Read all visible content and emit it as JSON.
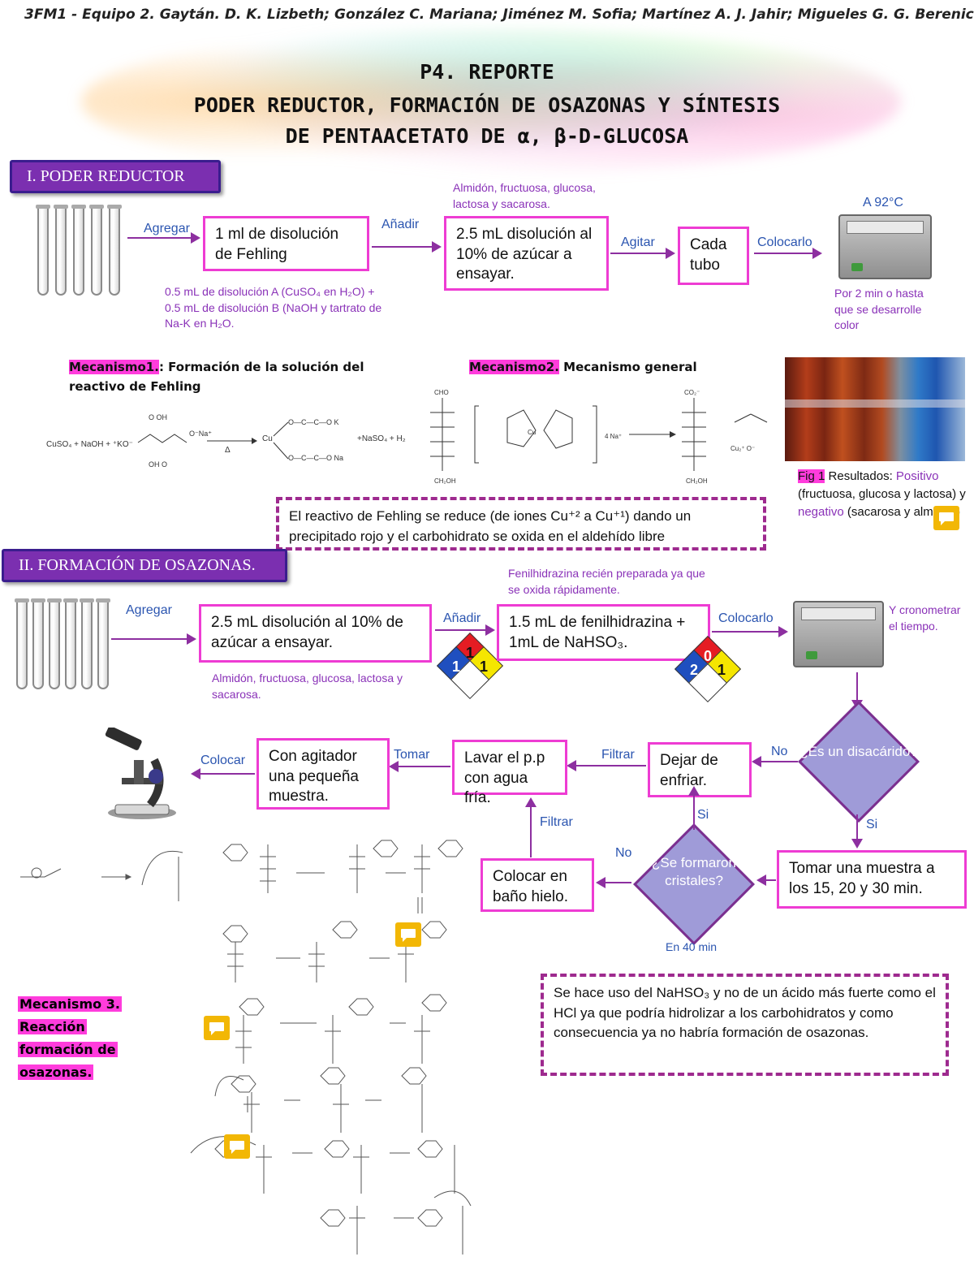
{
  "header": {
    "authors": "3FM1 - Equipo 2. Gaytán. D. K. Lizbeth; González C. Mariana; Jiménez M. Sofia; Martínez A. J. Jahir; Migueles G. G. Berenice",
    "title_line1": "P4. REPORTE",
    "title_line2": "PODER REDUCTOR, FORMACIÓN DE OSAZONAS Y SÍNTESIS",
    "title_line3": "DE PENTAACETATO DE α, β-D-GLUCOSA"
  },
  "section1": {
    "tab": "I. PODER REDUCTOR",
    "arrow_agregar": "Agregar",
    "box_fehling": "1 ml de disolución de Fehling",
    "note_fehling": "0.5 mL de disolución A (CuSO₄ en H₂O) + 0.5 mL de disolución B (NaOH y tartrato de Na-K en H₂O.",
    "arrow_anadir": "Añadir",
    "note_sugars": "Almidón, fructuosa, glucosa, lactosa y sacarosa.",
    "box_azucar": "2.5 mL disolución al 10% de azúcar a ensayar.",
    "arrow_agitar": "Agitar",
    "box_cada": "Cada tubo",
    "arrow_colocarlo": "Colocarlo",
    "temp": "A 92°C",
    "note_time": "Por 2 min o hasta que se desarrolle color",
    "mech1_label": "Mecanismo1.",
    "mech1_text": ": Formación de la solución del reactivo de Fehling",
    "mech2_label": "Mecanismo2.",
    "mech2_text": " Mecanismo general",
    "fig_label": "Fig 1",
    "fig_title": " Resultados:",
    "fig_pos": " Positivo",
    "fig_pos_list": "(fructuosa, glucosa y lactosa) y",
    "fig_neg": "negativo",
    "fig_neg_list": "(sacarosa y almidón)",
    "explanation": "El reactivo de Fehling se reduce (de iones Cu⁺² a Cu⁺¹) dando un precipitado rojo y el carbohidrato se oxida en el aldehído libre"
  },
  "section2": {
    "tab": "II. FORMACIÓN DE OSAZONAS.",
    "arrow_agregar": "Agregar",
    "box_azucar": "2.5 mL disolución al 10% de azúcar a ensayar.",
    "note_sugars": "Almidón, fructuosa, glucosa, lactosa y sacarosa.",
    "arrow_anadir": "Añadir",
    "note_fenil": "Fenilhidrazina recién preparada ya que se oxida rápidamente.",
    "box_fenil": "1.5 mL de fenilhidrazina + 1mL de NaHSO₃.",
    "nfpa1": {
      "top": "1",
      "left": "1",
      "right": "1"
    },
    "nfpa2": {
      "top": "0",
      "left": "2",
      "right": "1"
    },
    "arrow_colocarlo": "Colocarlo",
    "note_crono": "Y cronometrar el tiempo.",
    "diamond1": "¿Es un disacárido?",
    "no1": "No",
    "si1": "Si",
    "box_enfriar": "Dejar de enfriar.",
    "arrow_filtrar1": "Filtrar",
    "box_lavar": "Lavar el p.p con agua fría.",
    "arrow_tomar": "Tomar",
    "box_agitador": "Con agitador una pequeña muestra.",
    "arrow_colocar": "Colocar",
    "box_muestra": "Tomar una muestra a los 15, 20 y 30 min.",
    "diamond2": "¿Se formaron cristales?",
    "si2": "Si",
    "no2": "No",
    "en40": "En 40 min",
    "box_hielo": "Colocar en baño hielo.",
    "arrow_filtrar2": "Filtrar",
    "explanation": "Se hace uso del NaHSO₃ y no de un ácido más fuerte como el HCl ya que podría hidrolizar a los carbohidratos y como consecuencia ya no habría formación de osazonas.",
    "mech3_l1": "Mecanismo 3.",
    "mech3_l2": "Reacción",
    "mech3_l3": "formación de",
    "mech3_l4": "osazonas."
  },
  "colors": {
    "accent_purple": "#7b2fb0",
    "box_border": "#ee3cd3",
    "arrow": "#8d2fa0",
    "highlight": "#ff3cdc",
    "diamond": "#9f9bd8",
    "label_blue": "#2b55b0"
  }
}
